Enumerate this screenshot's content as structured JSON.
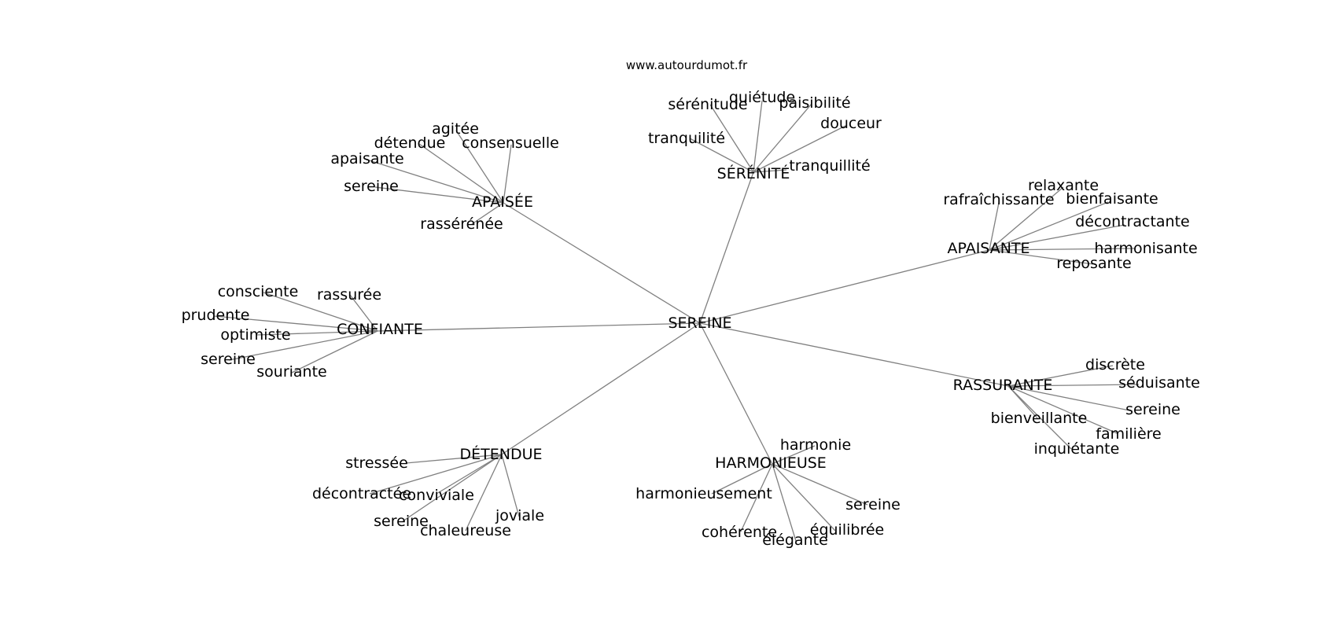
{
  "watermark": "www.autourdumot.fr",
  "edge_color": "#808080",
  "root": "SEREINE",
  "groups": [
    {
      "label": "SÉRÉNITÉ",
      "leaves": [
        "sérénitude",
        "quiétude",
        "paisibilité",
        "douceur",
        "tranquilité",
        "tranquillité"
      ]
    },
    {
      "label": "APAISÉE",
      "leaves": [
        "agitée",
        "détendue",
        "consensuelle",
        "apaisante",
        "sereine",
        "rassérénée"
      ]
    },
    {
      "label": "APAISANTE",
      "leaves": [
        "relaxante",
        "rafraîchissante",
        "bienfaisante",
        "décontractante",
        "harmonisante",
        "reposante"
      ]
    },
    {
      "label": "CONFIANTE",
      "leaves": [
        "consciente",
        "rassurée",
        "prudente",
        "optimiste",
        "sereine",
        "souriante"
      ]
    },
    {
      "label": "RASSURANTE",
      "leaves": [
        "discrète",
        "séduisante",
        "sereine",
        "bienveillante",
        "familière",
        "inquiétante"
      ]
    },
    {
      "label": "DÉTENDUE",
      "leaves": [
        "stressée",
        "décontractée",
        "conviviale",
        "joviale",
        "sereine",
        "chaleureuse"
      ]
    },
    {
      "label": "HARMONIEUSE",
      "leaves": [
        "harmonie",
        "harmonieusement",
        "sereine",
        "équilibrée",
        "cohérente",
        "élégante"
      ]
    }
  ]
}
